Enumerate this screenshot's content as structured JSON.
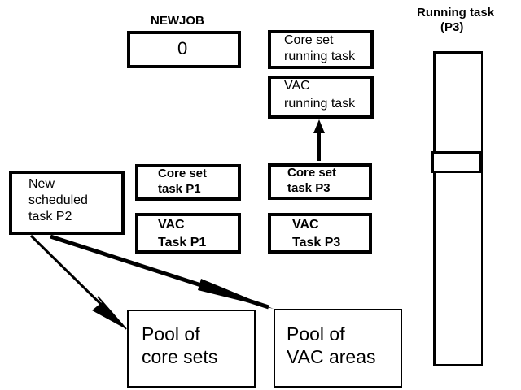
{
  "newjob": {
    "label": "NEWJOB",
    "value": "0"
  },
  "core_running": {
    "line1": "Core set",
    "line2": "running task"
  },
  "vac_running": {
    "line1": "VAC",
    "line2": "running task"
  },
  "new_task": {
    "line1": "New",
    "line2": "scheduled",
    "line3": "task P2"
  },
  "core_p1": {
    "line1": "Core set",
    "line2": "task P1"
  },
  "core_p3": {
    "line1": "Core set",
    "line2": "task P3"
  },
  "vac_p1": {
    "line1": "VAC",
    "line2": "Task P1"
  },
  "vac_p3": {
    "line1": "VAC",
    "line2": "Task P3"
  },
  "pool_core": {
    "line1": "Pool of",
    "line2": "core sets"
  },
  "pool_vac": {
    "line1": "Pool of",
    "line2": "VAC areas"
  },
  "running": {
    "line1": "Running task",
    "line2": "(P3)"
  }
}
